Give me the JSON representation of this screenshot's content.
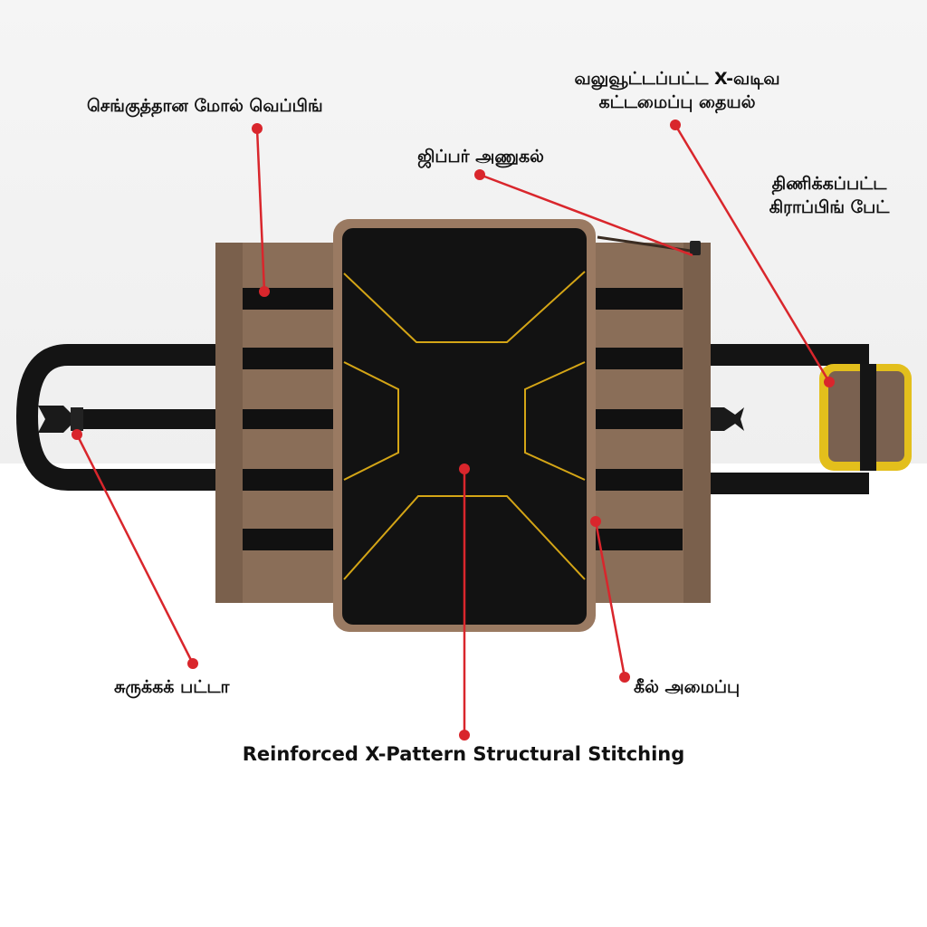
{
  "callouts": {
    "molle": {
      "lines": [
        "செங்குத்தான மோல் வெப்பிங்"
      ]
    },
    "zipper": {
      "lines": [
        "ஜிப்பர் அணுகல்"
      ]
    },
    "xstitch_top": {
      "lines": [
        "வலுவூட்டப்பட்ட X-வடிவ",
        "கட்டமைப்பு தையல்"
      ]
    },
    "grab_tab": {
      "lines": [
        "திணிக்கப்பட்ட",
        "கிராப்பிங் பேட்"
      ]
    },
    "compression": {
      "lines": [
        "சுருக்கக் பட்டா"
      ]
    },
    "keel": {
      "lines": [
        "கீல் அமைப்பு"
      ]
    },
    "reinforced_en": {
      "lines": [
        "Reinforced X-Pattern Structural Stitching"
      ]
    }
  },
  "colors": {
    "leader": "#d9262c",
    "canvas": "#8a6e58",
    "canvas_dark": "#6e5543",
    "webbing": "#111111",
    "panel": "#121212",
    "stitch": "#d4a516",
    "tab_yellow": "#e8c21a"
  }
}
